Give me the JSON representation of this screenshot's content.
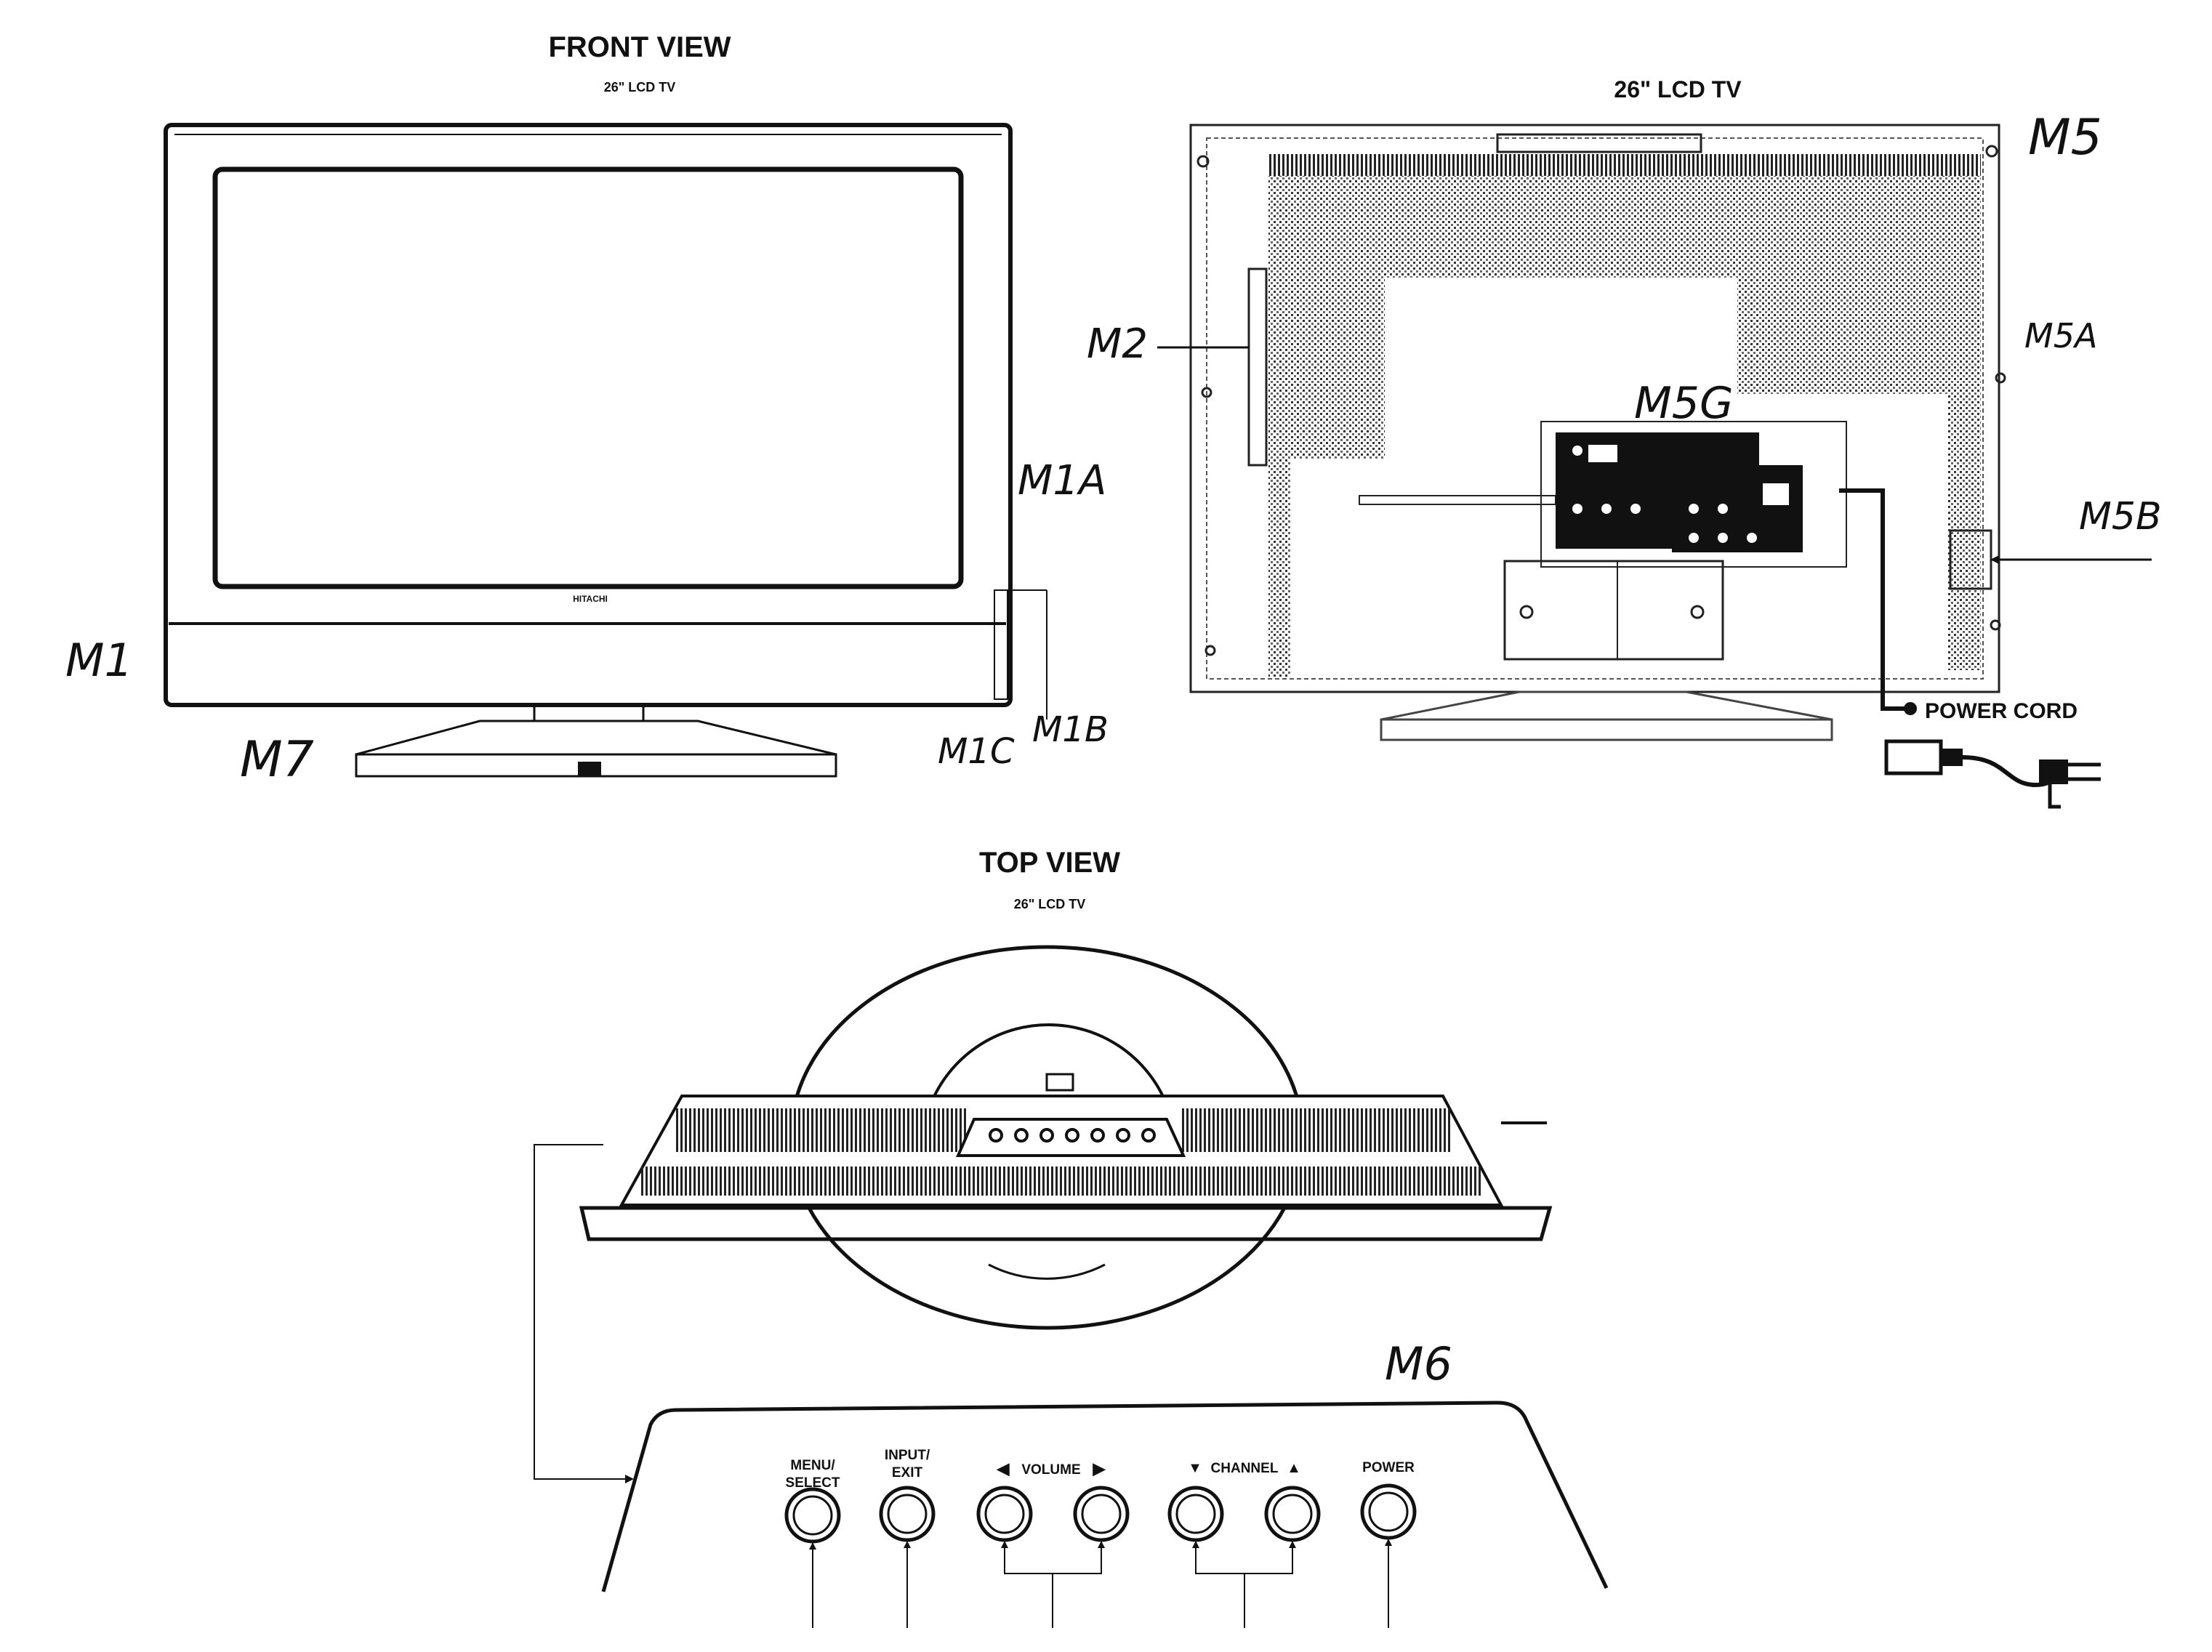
{
  "front_view": {
    "title": "FRONT VIEW",
    "subtitle": "26\" LCD TV",
    "brand": "HITACHI"
  },
  "rear_view": {
    "subtitle": "26\" LCD TV",
    "power_cord_label": "POWER CORD"
  },
  "top_view": {
    "title": "TOP VIEW",
    "subtitle": "26\" LCD TV"
  },
  "control_panel": {
    "buttons": {
      "menu_line1": "MENU/",
      "menu_line2": "SELECT",
      "input_line1": "INPUT/",
      "input_line2": "EXIT",
      "volume": "VOLUME",
      "channel": "CHANNEL",
      "power": "POWER"
    }
  },
  "annotations": {
    "m1": "M1",
    "m1a": "M1A",
    "m1b": "M1B",
    "m1c": "M1C",
    "m7": "M7",
    "m2": "M2",
    "m5": "M5",
    "m5a": "M5A",
    "m5b": "M5B",
    "m5g": "M5G",
    "m6": "M6"
  }
}
